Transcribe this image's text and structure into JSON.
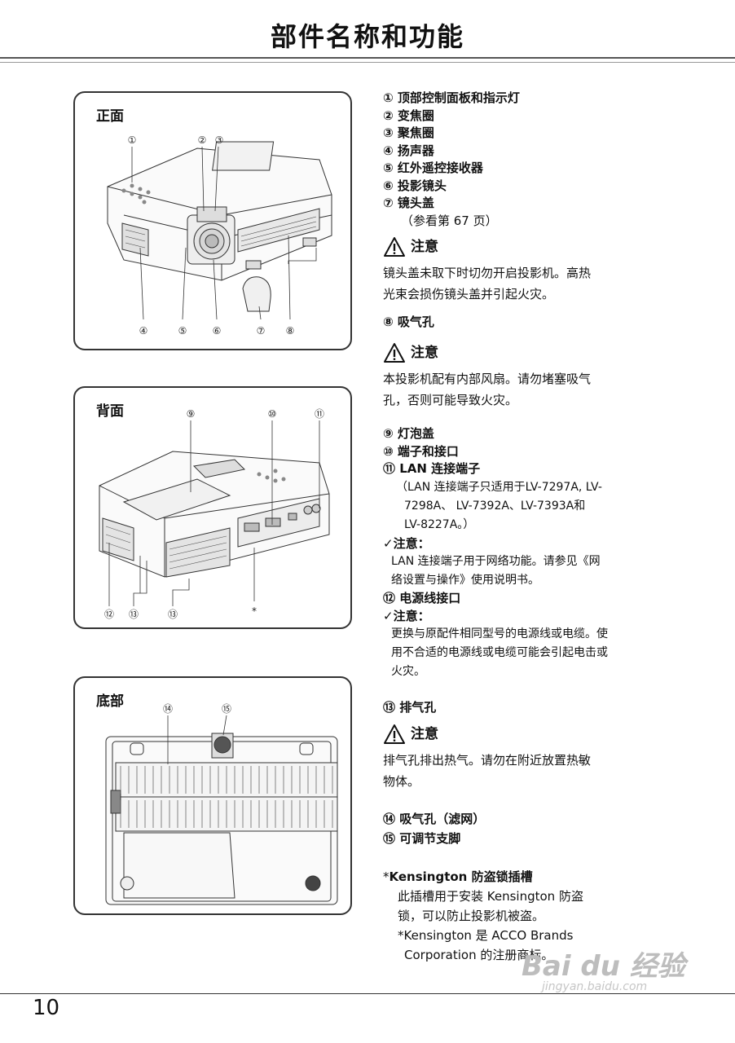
{
  "page": {
    "title": "部件名称和功能",
    "page_number": "10",
    "watermark": "Bai du 经验",
    "watermark_sub": "jingyan.baidu.com"
  },
  "panels": {
    "front": {
      "label": "正面",
      "callouts": [
        "①",
        "②",
        "③",
        "④",
        "⑤",
        "⑥",
        "⑦",
        "⑧"
      ]
    },
    "back": {
      "label": "背面",
      "callouts": [
        "⑨",
        "⑩",
        "⑪",
        "⑫",
        "⑬",
        "⑬",
        "*"
      ]
    },
    "bottom": {
      "label": "底部",
      "callouts": [
        "⑭",
        "⑮"
      ]
    }
  },
  "right": {
    "items_a": [
      "① 顶部控制面板和指示灯",
      "② 变焦圈",
      "③ 聚焦圈",
      "④ 扬声器",
      "⑤ 红外遥控接收器",
      "⑥ 投影镜头",
      "⑦ 镜头盖"
    ],
    "item7_ref": "（参看第 67 页）",
    "caution1_head": "注意",
    "caution1_text_1": "镜头盖未取下时切勿开启投影机。高热",
    "caution1_text_2": "光束会损伤镜头盖并引起火灾。",
    "item8": "⑧ 吸气孔",
    "caution2_head": "注意",
    "caution2_text_1": "本投影机配有内部风扇。请勿堵塞吸气",
    "caution2_text_2": "孔，否则可能导致火灾。",
    "item9": "⑨ 灯泡盖",
    "item10": "⑩ 端子和接口",
    "item11": "⑪ LAN 连接端子",
    "item11_note_1": "（LAN 连接端子只适用于LV-7297A, LV-",
    "item11_note_2": "7298A、 LV-7392A、LV-7393A和",
    "item11_note_3": "LV-8227A。）",
    "check1_head": "✓注意：",
    "check1_text_1": "LAN 连接端子用于网络功能。请参见《网",
    "check1_text_2": "络设置与操作》使用说明书。",
    "item12": "⑫ 电源线接口",
    "check2_head": "✓注意：",
    "check2_text_1": "更换与原配件相同型号的电源线或电缆。使",
    "check2_text_2": "用不合适的电源线或电缆可能会引起电击或",
    "check2_text_3": "火灾。",
    "item13": "⑬ 排气孔",
    "caution3_head": "注意",
    "caution3_text_1": "排气孔排出热气。请勿在附近放置热敏",
    "caution3_text_2": "物体。",
    "item14": "⑭ 吸气孔（滤网）",
    "item15": "⑮ 可调节支脚",
    "kensington_head": "Kensington 防盗锁插槽",
    "kensington_star": "*",
    "kensington_text_1": "此插槽用于安装 Kensington 防盗",
    "kensington_text_2": "锁，可以防止投影机被盗。",
    "kensington_text_3": "*Kensington 是 ACCO Brands",
    "kensington_text_4": "Corporation 的注册商标。"
  }
}
